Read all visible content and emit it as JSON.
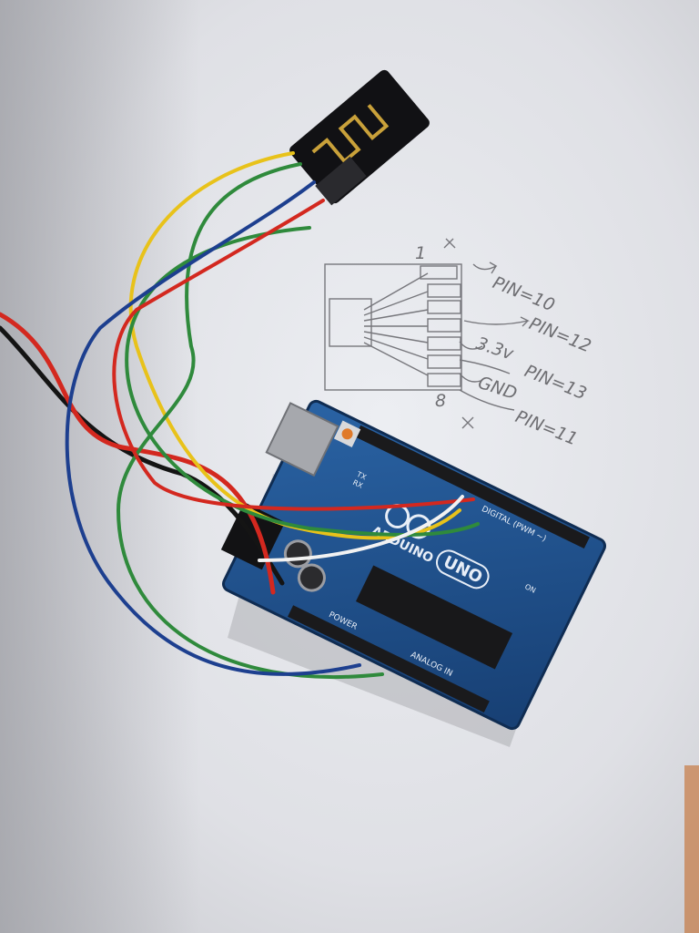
{
  "sketch": {
    "labels": [
      {
        "text": "PIN=10"
      },
      {
        "text": "PIN=12"
      },
      {
        "text": "3.3v"
      },
      {
        "text": "PIN=13"
      },
      {
        "text": "GND"
      },
      {
        "text": "PIN=11"
      },
      {
        "text": "1"
      },
      {
        "text": "8"
      }
    ]
  },
  "board": {
    "brand": "ARDUINO",
    "model": "UNO",
    "header_label": "DIGITAL (PWM ~)",
    "power_label": "POWER",
    "analog_label": "ANALOG IN",
    "tx_label": "TX",
    "rx_label": "RX",
    "on_label": "ON"
  },
  "colors": {
    "paper": "#e4e5ea",
    "board_blue": "#1e4f8a",
    "wire_yellow": "#e8c21a",
    "wire_green": "#2f8a3c",
    "wire_blue": "#1d3f8f",
    "wire_red": "#d3281f",
    "wire_white": "#f2f2f2",
    "wire_black": "#141414",
    "module_black": "#111114",
    "antenna_gold": "#c9a13a"
  }
}
